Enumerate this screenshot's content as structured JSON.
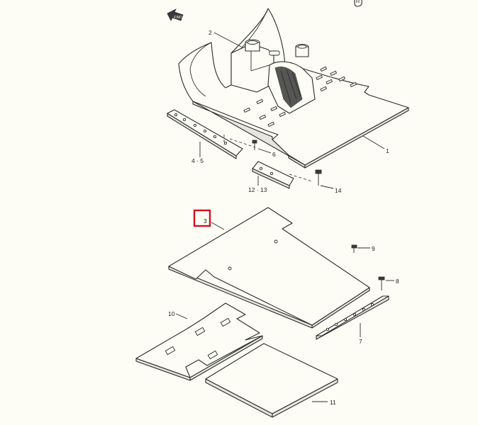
{
  "diagram": {
    "highlight_color": "#d0121b",
    "front_arrow_label": "FWD",
    "cursor_icon": "hand-pointer",
    "callouts": {
      "c1": "1",
      "c2": "2",
      "c3": "3",
      "c45": "4 · 5",
      "c6": "6",
      "c7": "7",
      "c8": "8",
      "c9": "9",
      "c10": "10",
      "c11": "11",
      "c1213": "12 · 13",
      "c14": "14"
    }
  }
}
